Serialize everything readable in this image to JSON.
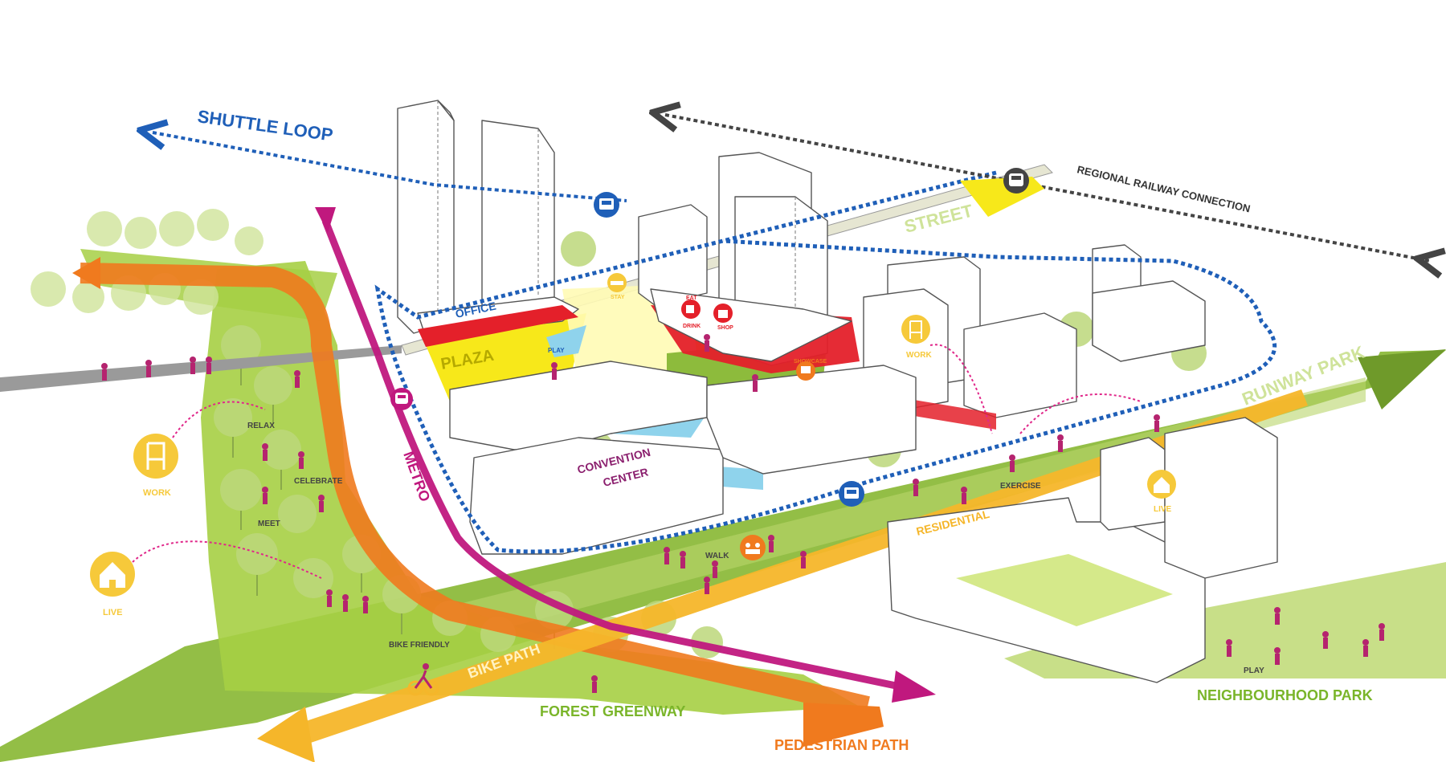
{
  "labels": {
    "shuttle_loop": "SHUTTLE LOOP",
    "regional_railway": "REGIONAL RAILWAY CONNECTION",
    "street": "STREET",
    "office": "OFFICE",
    "plaza": "PLAZA",
    "play_plaza": "PLAY",
    "stay": "STAY",
    "eat": "EAT",
    "drink": "DRINK",
    "shop": "SHOP",
    "showcase": "SHOWCASE",
    "convention_center_1": "CONVENTION",
    "convention_center_2": "CENTER",
    "metro": "METRO",
    "runway_park": "RUNWAY PARK",
    "residential": "RESIDENTIAL",
    "work_right": "WORK",
    "exercise": "EXERCISE",
    "live_right": "LIVE",
    "walk": "WALK",
    "relax": "RELAX",
    "celebrate": "CELEBRATE",
    "meet": "MEET",
    "work_left": "WORK",
    "live_left": "LIVE",
    "bike_friendly": "BIKE FRIENDLY",
    "bike_path": "BIKE PATH",
    "forest_greenway": "FOREST GREENWAY",
    "pedestrian_path": "PEDESTRIAN PATH",
    "play_park": "PLAY",
    "neighbourhood_park": "NEIGHBOURHOOD PARK"
  },
  "colors": {
    "shuttle_blue": "#1f5fb8",
    "metro_magenta": "#c0187e",
    "pedestrian_orange": "#f07a1e",
    "bike_yellow": "#f5b62a",
    "green_light": "#9cc93a",
    "green_dark": "#6f9a2a",
    "plaza_yellow": "#f7e81a",
    "water_blue": "#8fd3ec",
    "retail_red": "#e4202a",
    "people_magenta": "#b5246f",
    "label_green": "#7ab52a",
    "icon_yellow": "#f6c93a"
  },
  "icons": {
    "bus": "bus-icon",
    "train": "train-icon",
    "chair": "chair-icon",
    "house": "house-icon",
    "bed": "bed-icon",
    "cup": "cup-icon",
    "bag": "shopping-bag-icon",
    "easel": "easel-icon",
    "group": "group-icon",
    "bicycle": "bicycle-icon"
  }
}
